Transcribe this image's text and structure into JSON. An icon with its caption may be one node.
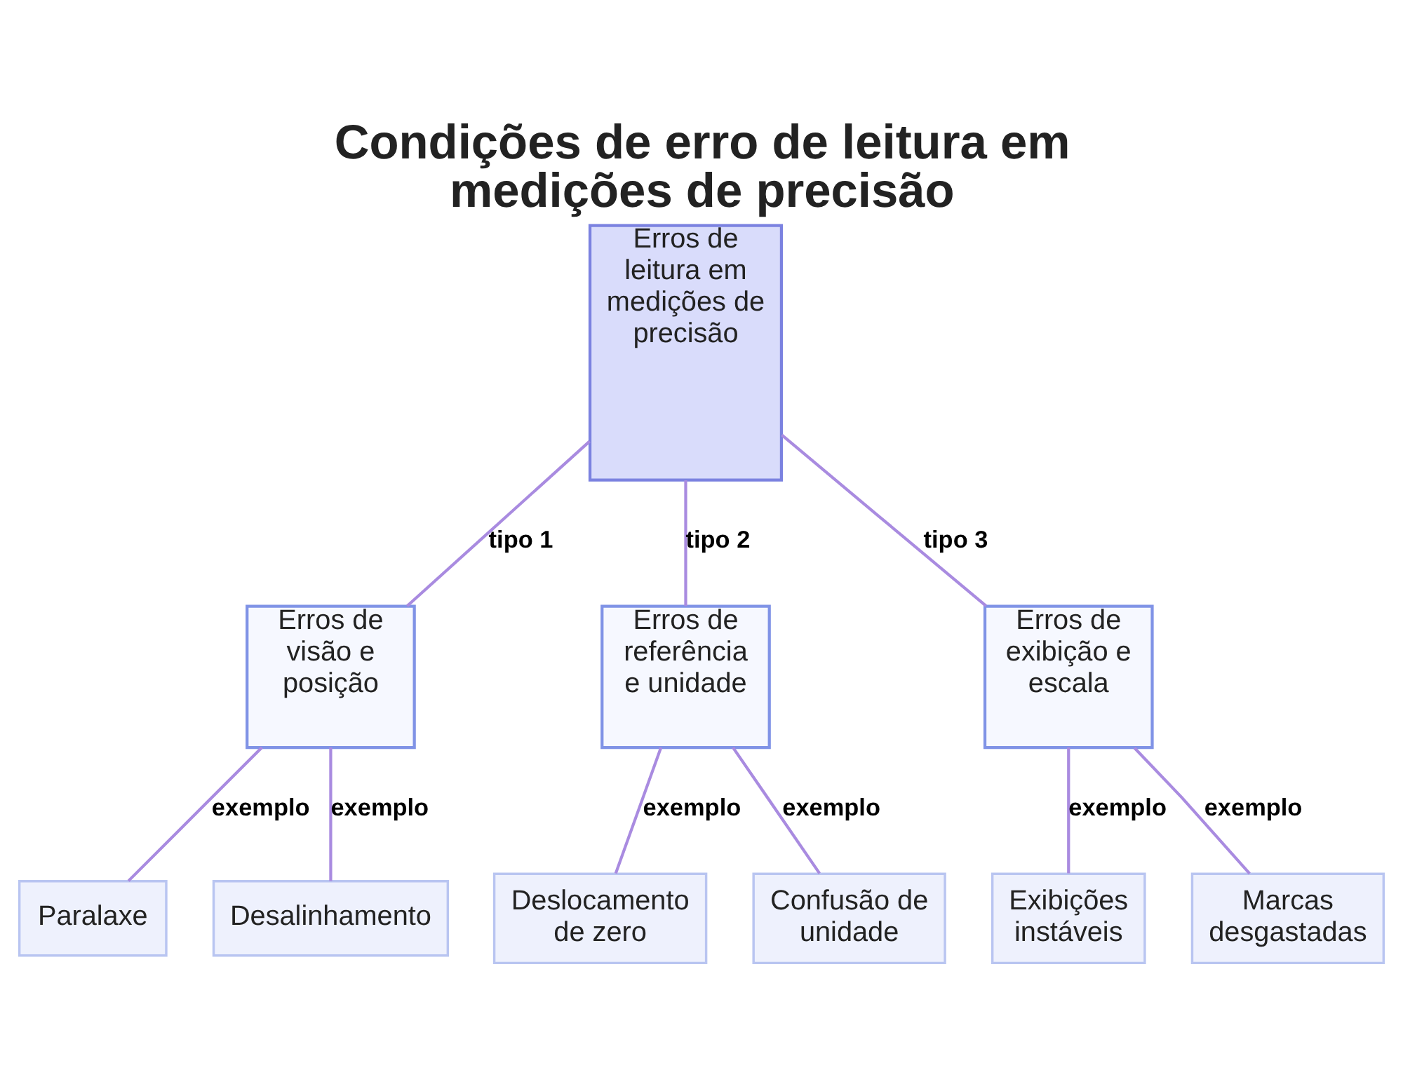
{
  "diagram": {
    "title": "Condições de erro de leitura em medições de precisão",
    "nodes": [
      {
        "text": [
          "Erros de leitura em medições de precisão"
        ]
      },
      {
        "text": [
          "Erros de visão e posição"
        ]
      },
      {
        "text": [
          "Erros de referência e unidade"
        ]
      },
      {
        "text": [
          "Erros de exibição e escala"
        ]
      },
      {
        "text": [
          "Paralaxe"
        ]
      },
      {
        "text": [
          "Desalinhamento"
        ]
      },
      {
        "text": [
          "Deslocamento de zero"
        ]
      },
      {
        "text": [
          "Confusão de unidade"
        ]
      },
      {
        "text": [
          "Exibições instáveis"
        ]
      },
      {
        "text": [
          "Marcas desgastadas"
        ]
      }
    ],
    "edges": [
      {
        "from": 0,
        "to": 1,
        "arrow": "none",
        "label": "tipo 1"
      },
      {
        "from": 0,
        "to": 2,
        "arrow": "none",
        "label": "tipo 2"
      },
      {
        "from": 0,
        "to": 3,
        "arrow": "none",
        "label": "tipo 3"
      },
      {
        "from": 1,
        "to": 4,
        "arrow": "none",
        "label": "exemplo"
      },
      {
        "from": 1,
        "to": 5,
        "arrow": "none",
        "label": "exemplo"
      },
      {
        "from": 2,
        "to": 6,
        "arrow": "none",
        "label": "exemplo"
      },
      {
        "from": 2,
        "to": 7,
        "arrow": "none",
        "label": "exemplo"
      },
      {
        "from": 3,
        "to": 8,
        "arrow": "none",
        "label": "exemplo"
      },
      {
        "from": 3,
        "to": 9,
        "arrow": "none",
        "label": "exemplo"
      }
    ]
  }
}
